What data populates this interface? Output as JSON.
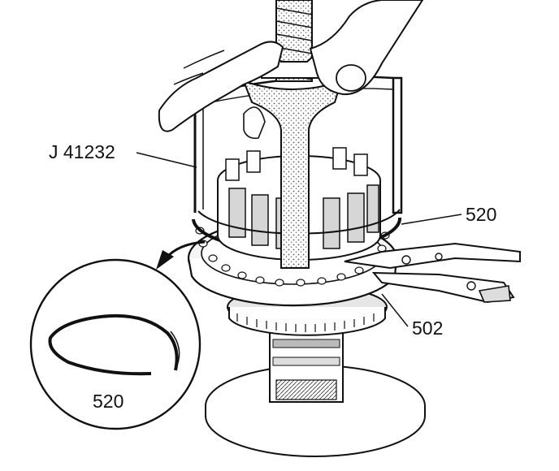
{
  "figure": {
    "colors": {
      "ink": "#111111",
      "paper": "#ffffff",
      "shade": "#cfcfcf",
      "mid": "#9a9a9a"
    }
  },
  "callouts": {
    "tool": "J 41232",
    "snap_ring_installed": "520",
    "clutch_housing": "502",
    "snap_ring_detail": "520"
  }
}
